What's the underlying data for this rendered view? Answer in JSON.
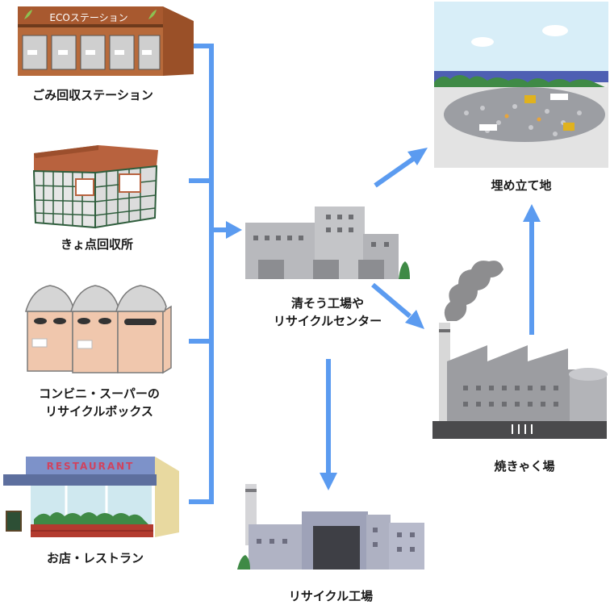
{
  "sources": {
    "station_sign": "ECOステーション",
    "station": "ごみ回収ステーション",
    "point": "きょ点回収所",
    "convenience_line1": "コンビニ・スーパーの",
    "convenience_line2": "リサイクルボックス",
    "restaurant_sign": "RESTAURANT",
    "restaurant": "お店・レストラン"
  },
  "center": {
    "line1": "清そう工場や",
    "line2": "リサイクルセンター"
  },
  "destinations": {
    "landfill": "埋め立て地",
    "incineration": "焼きゃく場",
    "recycling_factory": "リサイクル工場"
  },
  "colors": {
    "arrow": "#5b9bf0",
    "building_gray": "#b8b9bd",
    "brick": "#b8623e"
  }
}
